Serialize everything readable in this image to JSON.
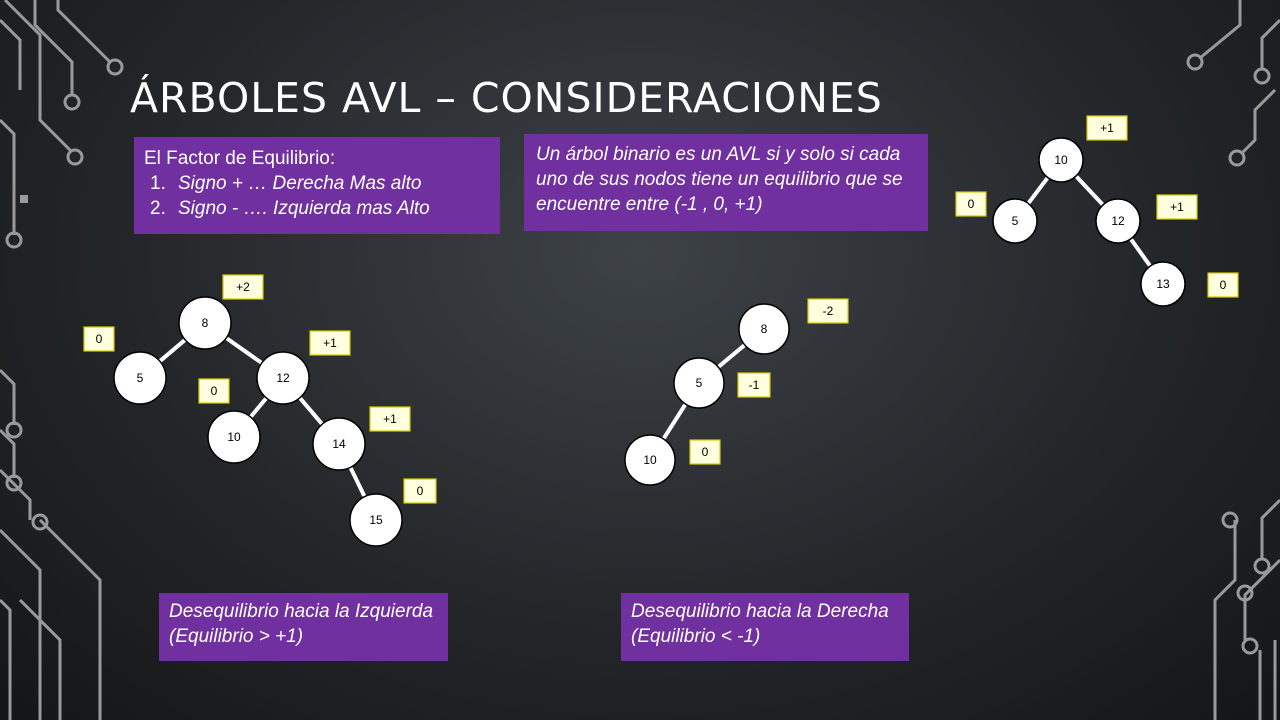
{
  "title": "ÁRBOLES AVL – CONSIDERACIONES",
  "factor_box": {
    "heading": "El Factor de Equilibrio:",
    "items": [
      {
        "num": "1.",
        "text": "Signo + … Derecha Mas alto"
      },
      {
        "num": "2.",
        "text": "Signo - …. Izquierda mas Alto"
      }
    ]
  },
  "definition_box": {
    "text": "Un árbol binario es un AVL si y solo si cada uno de sus nodos tiene un equilibrio que se encuentre entre (-1 , 0, +1)"
  },
  "imbalance_left_box": {
    "text": "Desequilibrio hacia la Izquierda (Equilibrio > +1)"
  },
  "imbalance_right_box": {
    "text": "Desequilibrio hacia la Derecha (Equilibrio < -1)"
  },
  "colors": {
    "box_purple": "#7030a0",
    "factor_label_fill": "#ffffe0",
    "factor_label_border": "#d8c800"
  },
  "trees": [
    {
      "id": "tree-avl",
      "nodes": [
        {
          "id": "n10",
          "value": "10"
        },
        {
          "id": "n5",
          "value": "5"
        },
        {
          "id": "n12",
          "value": "12"
        },
        {
          "id": "n13",
          "value": "13"
        }
      ],
      "edges": [
        [
          "n10",
          "n5"
        ],
        [
          "n10",
          "n12"
        ],
        [
          "n12",
          "n13"
        ]
      ],
      "balance": [
        {
          "node": "n10",
          "label": "+1"
        },
        {
          "node": "n5",
          "label": "0"
        },
        {
          "node": "n12",
          "label": "+1"
        },
        {
          "node": "n13",
          "label": "0"
        }
      ]
    },
    {
      "id": "tree-right-heavy",
      "nodes": [
        {
          "id": "n8",
          "value": "8"
        },
        {
          "id": "n5",
          "value": "5"
        },
        {
          "id": "n12",
          "value": "12"
        },
        {
          "id": "n10",
          "value": "10"
        },
        {
          "id": "n14",
          "value": "14"
        },
        {
          "id": "n15",
          "value": "15"
        }
      ],
      "edges": [
        [
          "n8",
          "n5"
        ],
        [
          "n8",
          "n12"
        ],
        [
          "n12",
          "n10"
        ],
        [
          "n12",
          "n14"
        ],
        [
          "n14",
          "n15"
        ]
      ],
      "balance": [
        {
          "node": "n8",
          "label": "+2"
        },
        {
          "node": "n5",
          "label": "0"
        },
        {
          "node": "n12",
          "label": "+1"
        },
        {
          "node": "n10",
          "label": "0"
        },
        {
          "node": "n14",
          "label": "+1"
        },
        {
          "node": "n15",
          "label": "0"
        }
      ]
    },
    {
      "id": "tree-left-heavy",
      "nodes": [
        {
          "id": "n8",
          "value": "8"
        },
        {
          "id": "n5",
          "value": "5"
        },
        {
          "id": "n10",
          "value": "10"
        }
      ],
      "edges": [
        [
          "n8",
          "n5"
        ],
        [
          "n5",
          "n10"
        ]
      ],
      "balance": [
        {
          "node": "n8",
          "label": "-2"
        },
        {
          "node": "n5",
          "label": "-1"
        },
        {
          "node": "n10",
          "label": "0"
        }
      ]
    }
  ]
}
